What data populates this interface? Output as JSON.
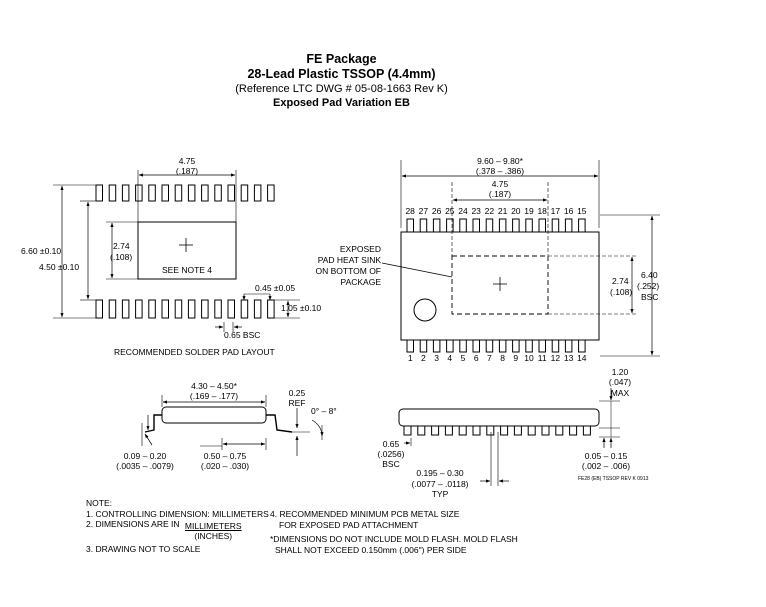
{
  "header": {
    "title": "FE Package",
    "subtitle": "28-Lead Plastic TSSOP (4.4mm)",
    "reference": "(Reference LTC DWG # 05-08-1663 Rev K)",
    "variation": "Exposed Pad Variation EB"
  },
  "solder_pad_layout": {
    "caption": "RECOMMENDED SOLDER PAD LAYOUT",
    "width_mm": "4.75",
    "width_in": "(.187)",
    "height_outer": "6.60 ±0.10",
    "height_inner": "4.50 ±0.10",
    "pad_mm": "2.74",
    "pad_in": "(.108)",
    "see_note": "SEE NOTE 4",
    "pad_width": "0.45 ±0.05",
    "pad_length": "1.05 ±0.10",
    "pitch": "0.65 BSC"
  },
  "top_view": {
    "length_mm": "9.60 – 9.80*",
    "length_in": "(.378 – .386)",
    "pad_mm": "4.75",
    "pad_in": "(.187)",
    "top_pins": [
      "28",
      "27",
      "26",
      "25",
      "24",
      "23",
      "22",
      "21",
      "20",
      "19",
      "18",
      "17",
      "16",
      "15"
    ],
    "bottom_pins": [
      "1",
      "2",
      "3",
      "4",
      "5",
      "6",
      "7",
      "8",
      "9",
      "10",
      "11",
      "12",
      "13",
      "14"
    ],
    "exposed_label": [
      "EXPOSED",
      "PAD HEAT SINK",
      "ON BOTTOM OF",
      "PACKAGE"
    ],
    "pad_h_mm": "2.74",
    "pad_h_in": "(.108)",
    "width_mm": "6.40",
    "width_in": "(.252)",
    "width_bsc": "BSC"
  },
  "side_view": {
    "body_mm": "4.30 – 4.50*",
    "body_in": "(.169 – .177)",
    "ref_val": "0.25",
    "ref_label": "REF",
    "angle": "0° – 8°",
    "lead_thk_mm": "0.09 – 0.20",
    "lead_thk_in": "(.0035 – .0079)",
    "foot_mm": "0.50 – 0.75",
    "foot_in": "(.020 – .030)"
  },
  "front_view": {
    "height_mm": "1.20",
    "height_in": "(.047)",
    "height_max": "MAX",
    "pitch_mm": "0.65",
    "pitch_in": "(.0256)",
    "pitch_bsc": "BSC",
    "lead_w_mm": "0.195 – 0.30",
    "lead_w_in": "(.0077 – .0118)",
    "lead_w_typ": "TYP",
    "standoff_mm": "0.05 – 0.15",
    "standoff_in": "(.002 – .006)",
    "drawing_ref": "FE28 (EB) TSSOP REV K 0913"
  },
  "notes": {
    "heading": "NOTE:",
    "n1": "1. CONTROLLING DIMENSION: MILLIMETERS",
    "n2_prefix": "2. DIMENSIONS ARE IN",
    "n2_mm": "MILLIMETERS",
    "n2_in": "(INCHES)",
    "n3": "3. DRAWING NOT TO SCALE",
    "n4a": "4. RECOMMENDED MINIMUM PCB METAL SIZE",
    "n4b": "FOR EXPOSED PAD ATTACHMENT",
    "n5a": "*DIMENSIONS DO NOT INCLUDE MOLD FLASH. MOLD FLASH",
    "n5b": "SHALL NOT EXCEED 0.150mm (.006\") PER SIDE"
  }
}
